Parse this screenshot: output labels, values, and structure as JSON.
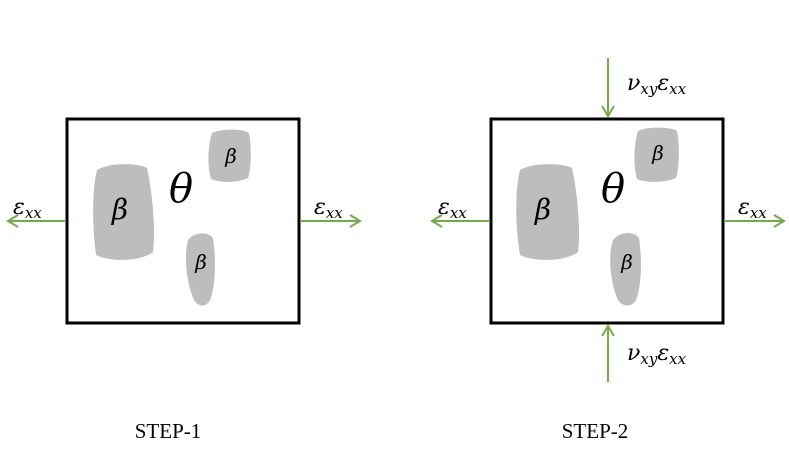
{
  "step1": {
    "caption": "STEP-1",
    "matrix_symbol": "θ",
    "particle_symbol": "β",
    "left_strain": {
      "sym": "ε",
      "sub": "xx"
    },
    "right_strain": {
      "sym": "ε",
      "sub": "xx"
    }
  },
  "step2": {
    "caption": "STEP-2",
    "matrix_symbol": "θ",
    "particle_symbol": "β",
    "left_strain": {
      "sym": "ε",
      "sub": "xx"
    },
    "right_strain": {
      "sym": "ε",
      "sub": "xx"
    },
    "top_strain": {
      "nu": "ν",
      "nu_sub": "xy",
      "sym": "ε",
      "sub": "xx"
    },
    "bottom_strain": {
      "nu": "ν",
      "nu_sub": "xy",
      "sym": "ε",
      "sub": "xx"
    }
  },
  "colors": {
    "arrow": "#70ad47",
    "particle": "#bdbdbd",
    "frame": "#000000"
  }
}
